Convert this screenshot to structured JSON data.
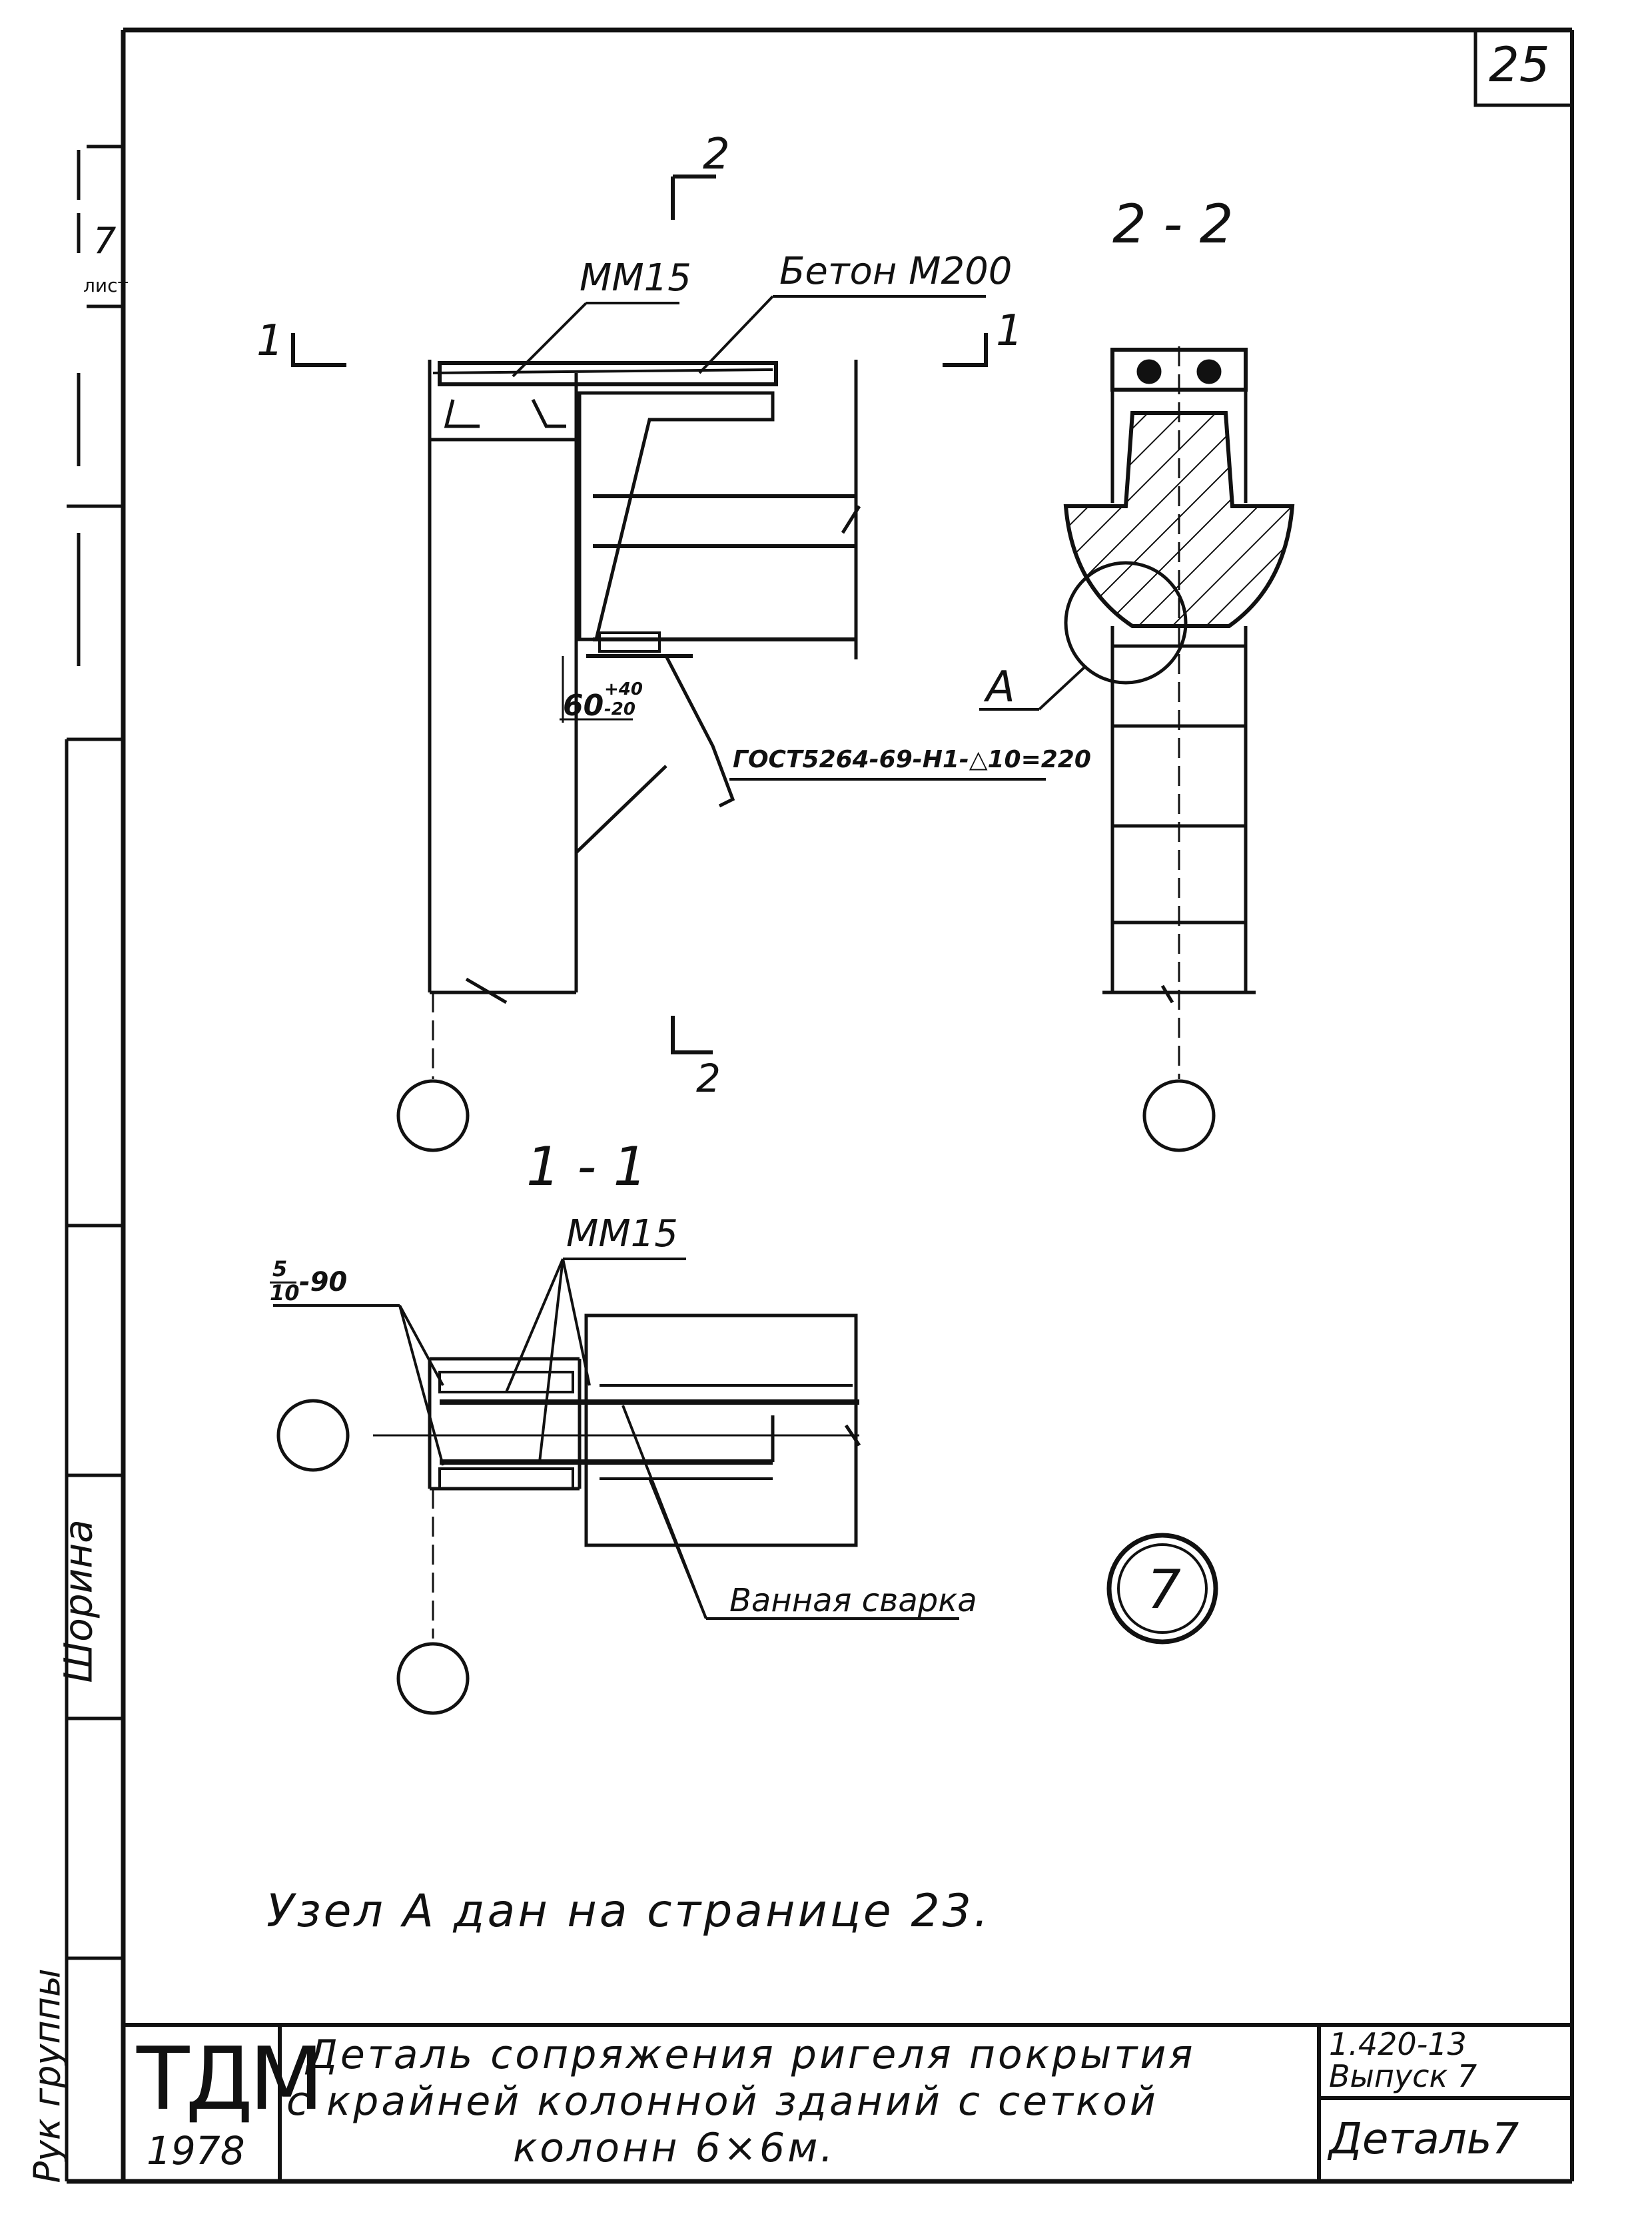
{
  "page_number": "25",
  "section_marks": {
    "section_2_top": "2",
    "section_2_bottom": "2",
    "section_1_left": "1",
    "section_1_right": "1"
  },
  "section_titles": {
    "s22": "2 - 2",
    "s11": "1 - 1"
  },
  "callouts": {
    "mm15_top": "ММ15",
    "beton": "Бетон М200",
    "gost": "ГОСТ5264-69-Н1-△10=220",
    "dim_60": "60",
    "dim_tol_plus": "+40",
    "dim_tol_minus": "-20",
    "node_a": "А",
    "mm15_bottom": "ММ15",
    "frac_num": "5",
    "frac_den": "10",
    "frac_tail": "-90",
    "weld": "Ванная сварка"
  },
  "detail_number": "7",
  "note": "Узел А дан на странице 23.",
  "title_block": {
    "logo": "ТДМ",
    "year": "1978",
    "title_lines": [
      "Деталь сопряжения ригеля покрытия",
      "с крайней колонной зданий с сеткой",
      "колонн 6×6м."
    ],
    "doc_code": "1.420-13",
    "issue": "Выпуск 7",
    "detail_name": "Деталь7"
  },
  "left_strip": {
    "sheet_no": "7",
    "sheet_label": "лист",
    "name1": "Шорина",
    "group": "Рук группы"
  }
}
